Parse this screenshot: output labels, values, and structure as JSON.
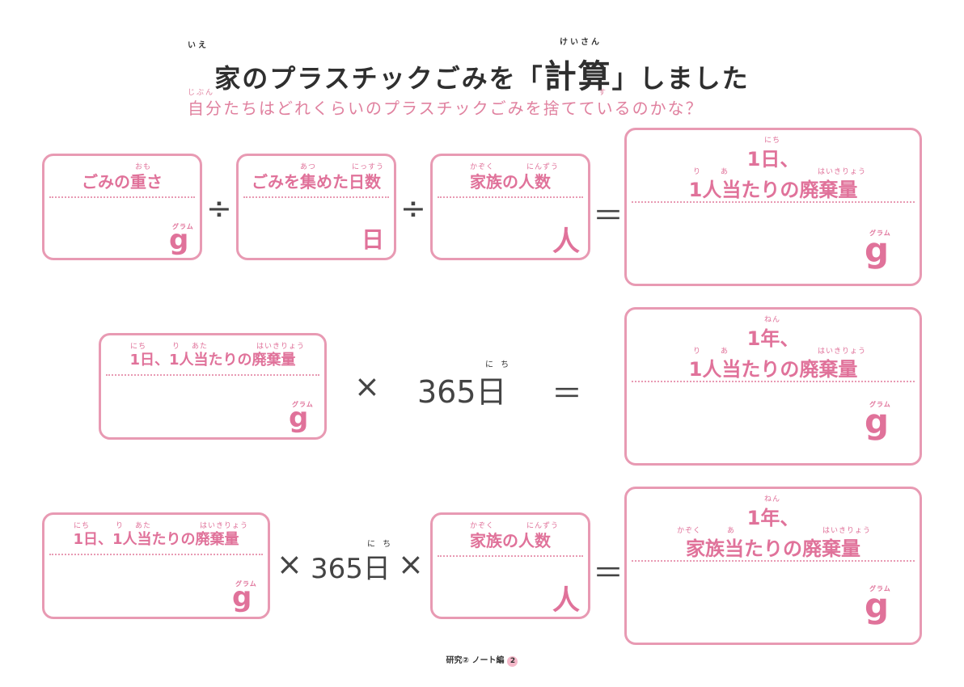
{
  "title": {
    "text_before": "家のプラスチックごみを「",
    "keyword": "計算",
    "text_after": "」しました",
    "ruby_ie": "いえ",
    "ruby_keisan": "けいさん"
  },
  "subtitle": {
    "text": "自分たちはどれくらいのプラスチックごみを捨てているのかな？",
    "ruby_jibun": "じぶん",
    "ruby_su": "す"
  },
  "row1": {
    "box1": {
      "label": "ごみの重さ",
      "ruby": "おも",
      "unit": "g",
      "unit_ruby": "グラム"
    },
    "op1": "÷",
    "box2": {
      "label": "ごみを集めた日数",
      "ruby1": "あつ",
      "ruby2": "にっすう",
      "unit": "日"
    },
    "op2": "÷",
    "box3": {
      "label": "家族の人数",
      "ruby1": "かぞく",
      "ruby2": "にんずう",
      "unit": "人"
    },
    "eq": "＝",
    "result": {
      "line1": "1日、",
      "line2": "1人当たりの廃棄量",
      "ruby_nichi": "にち",
      "ruby_ri": "り",
      "ruby_a": "あ",
      "ruby_haiki": "はいきりょう",
      "unit": "g",
      "unit_ruby": "グラム"
    }
  },
  "row2": {
    "box": {
      "label": "1日、1人当たりの廃棄量",
      "ruby_nichi": "にち",
      "ruby_ri": "り",
      "ruby_ata": "あた",
      "ruby_haiki": "はいきりょう",
      "unit": "g",
      "unit_ruby": "グラム"
    },
    "times": "×",
    "days": "365",
    "days_unit": "日",
    "days_ruby": "に ち",
    "eq": "＝",
    "result": {
      "line1": "1年、",
      "line2": "1人当たりの廃棄量",
      "ruby_nen": "ねん",
      "ruby_ri": "り",
      "ruby_a": "あ",
      "ruby_haiki": "はいきりょう",
      "unit": "g",
      "unit_ruby": "グラム"
    }
  },
  "row3": {
    "box1": {
      "label": "1日、1人当たりの廃棄量",
      "ruby_nichi": "にち",
      "ruby_ri": "り",
      "ruby_ata": "あた",
      "ruby_haiki": "はいきりょう",
      "unit": "g",
      "unit_ruby": "グラム"
    },
    "times1": "×",
    "days": "365",
    "days_unit": "日",
    "days_ruby": "に ち",
    "times2": "×",
    "box2": {
      "label": "家族の人数",
      "ruby1": "かぞく",
      "ruby2": "にんずう",
      "unit": "人"
    },
    "eq": "＝",
    "result": {
      "line1": "1年、",
      "line2": "家族当たりの廃棄量",
      "ruby_nen": "ねん",
      "ruby_kazoku": "かぞく",
      "ruby_a": "あ",
      "ruby_haiki": "はいきりょう",
      "unit": "g",
      "unit_ruby": "グラム"
    }
  },
  "footer": {
    "text": "研究② ノート編",
    "page": "2"
  },
  "colors": {
    "accent": "#e0729a",
    "border": "#e89ab3",
    "text": "#333333"
  }
}
